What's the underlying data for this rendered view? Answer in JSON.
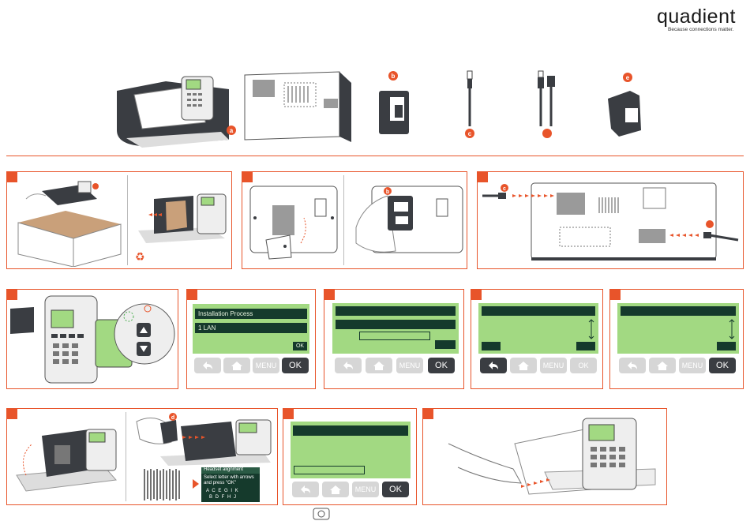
{
  "brand": {
    "logo_text": "quadient",
    "tagline": "Because connections matter.",
    "accent": "#e8542a",
    "lcd_green": "#a2d982",
    "lcd_dark": "#153a2c"
  },
  "overview": {
    "markers": [
      "a",
      "b",
      "c",
      "e"
    ]
  },
  "step2": {
    "marker": "b"
  },
  "step4": {
    "marker": "c"
  },
  "screen1": {
    "title": "Installation Process",
    "item": "1 LAN",
    "ok_label": "OK"
  },
  "keypad": {
    "back_icon": "back-arrow-icon",
    "home_icon": "home-icon",
    "menu_label": "MENU",
    "ok_label": "OK"
  },
  "printhead": {
    "title": "Headset alignment",
    "instruction_line1": "Select letter with arrows",
    "instruction_line2": "and press \"OK\"",
    "letters_row1": "A C E G I K",
    "letters_row2": "B D F H J",
    "selected_letter": "F",
    "marker": "d"
  }
}
